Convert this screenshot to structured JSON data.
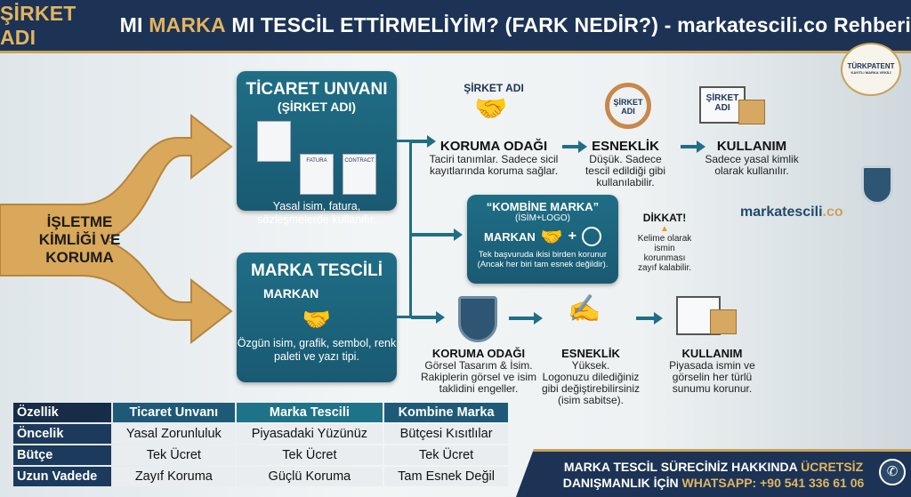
{
  "header": {
    "title_part1": "ŞİRKET ADI",
    "title_part2": " MI ",
    "title_part3": "MARKA",
    "title_part4": " MI TESCİL ETTİRMELİYİM? (FARK NEDİR?) - markatescili.co Rehberi"
  },
  "badge": {
    "text": "TÜRKPATENT",
    "subtext": "KAYITLI MARKA VEKİLİ"
  },
  "center_label": "İŞLETME KİMLİĞİ VE KORUMA",
  "ticaret": {
    "title": "TİCARET UNVANI",
    "subtitle": "(ŞİRKET ADI)",
    "docs": [
      "",
      "FATURA",
      "CONTRACT"
    ],
    "text": "Yasal isim, fatura, sözleşmelerde kullanılır."
  },
  "marka": {
    "title": "MARKA TESCİLİ",
    "brand": "MARKAN",
    "text": "Özgün isim, grafik, sembol, renk paleti ve yazı tipi."
  },
  "top_flow": {
    "icon_label": "ŞİRKET ADI",
    "crossed_label": "ŞİRKET ADI",
    "screen_label": "ŞİRKET ADI",
    "steps": [
      {
        "title": "KORUMA ODAĞI",
        "text": "Taciri tanımlar. Sadece sicil kayıtlarında koruma sağlar."
      },
      {
        "title": "ESNEKLİK",
        "text": "Düşük. Sadece tescil edildiği gibi kullanılabilir."
      },
      {
        "title": "KULLANIM",
        "text": "Sadece yasal kimlik olarak kullanılır."
      }
    ]
  },
  "kombine": {
    "title": "“KOMBİNE MARKA”",
    "subtitle": "(İSİM+LOGO)",
    "brand": "MARKAN",
    "plus": "+",
    "text": "Tek başvuruda ikisi birden korunur (Ancak her biri tam esnek değildir)."
  },
  "warning": {
    "title": "DİKKAT!",
    "text": "Kelime olarak ismin korunması zayıf kalabilir."
  },
  "site_logo": {
    "part1": "markatescili",
    "part2": ".co"
  },
  "bottom_flow": {
    "steps": [
      {
        "title": "KORUMA ODAĞI",
        "subtitle": "Görsel Tasarım & İsim.",
        "text": "Rakiplerin görsel ve isim taklidini engeller."
      },
      {
        "title": "ESNEKLİK",
        "subtitle": "Yüksek.",
        "text": "Logonuzu dilediğiniz gibi değiştirebilirsiniz (isim sabitse)."
      },
      {
        "title": "KULLANIM",
        "subtitle": "",
        "text": "Piyasada ismin ve görselin her türlü sunumu korunur."
      }
    ]
  },
  "table": {
    "headers": [
      "Özellik",
      "Ticaret Unvanı",
      "Marka Tescili",
      "Kombine Marka"
    ],
    "rows": [
      [
        "Öncelik",
        "Yasal Zorunluluk",
        "Piyasadaki Yüzünüz",
        "Bütçesi Kısıtlılar"
      ],
      [
        "Bütçe",
        "Tek Ücret",
        "Tek Ücret",
        "Tek Ücret"
      ],
      [
        "Uzun Vadede",
        "Zayıf Koruma",
        "Güçlü Koruma",
        "Tam Esnek Değil"
      ]
    ]
  },
  "footer": {
    "line1": "MARKA TESCİL SÜRECİNİZ HAKKINDA ",
    "line1_highlight": "ÜCRETSİZ",
    "line2": "DANIŞMANLIK İÇİN ",
    "line2_highlight": "WHATSAPP: +90 541 336 61 06"
  },
  "colors": {
    "navy": "#1c3355",
    "teal": "#1f6e86",
    "gold": "#c8a25a"
  }
}
